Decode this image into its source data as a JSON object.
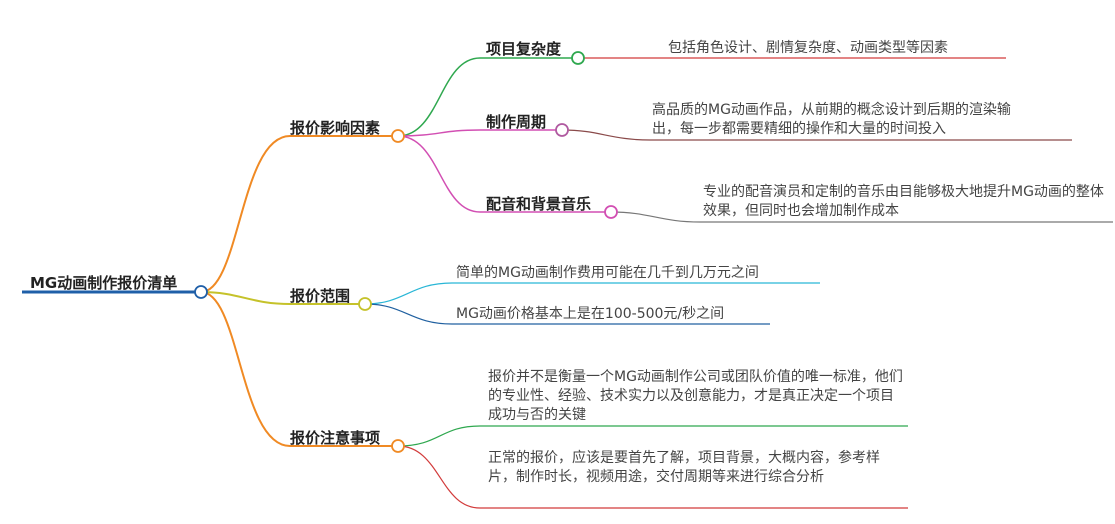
{
  "root": {
    "label": "MG动画制作报价清单"
  },
  "branches": [
    {
      "label": "报价影响因素",
      "children": [
        {
          "label": "项目复杂度",
          "leaves": [
            "包括角色设计、剧情复杂度、动画类型等因素"
          ]
        },
        {
          "label": "制作周期",
          "leaves": [
            "高品质的MG动画作品，从前期的概念设计到后期的渲染输出，每一步都需要精细的操作和大量的时间投入"
          ]
        },
        {
          "label": "配音和背景音乐",
          "leaves": [
            "专业的配音演员和定制的音乐由目能够极大地提升MG动画的整体效果，但同时也会增加制作成本"
          ]
        }
      ]
    },
    {
      "label": "报价范围",
      "leaves": [
        "简单的MG动画制作费用可能在几千到几万元之间",
        "MG动画价格基本上是在100-500元/秒之间"
      ]
    },
    {
      "label": "报价注意事项",
      "leaves": [
        "报价并不是衡量一个MG动画制作公司或团队价值的唯一标准，他们的专业性、经验、技术实力以及创意能力，才是真正决定一个项目成功与否的关键",
        "正常的报价，应该是要首先了解，项目背景，大概内容，参考样片，制作时长，视频用途，交付周期等来进行综合分析"
      ]
    }
  ],
  "colors": {
    "root": "#1f5fa8",
    "branch1": "#f08a24",
    "complexity": "#2fa84f",
    "cycle": "#d24fb3",
    "audio": "#d24fb3",
    "cycle_leaf": "#8a4a4a",
    "audio_leaf": "#777777",
    "complexity_leaf": "#d23b3b",
    "range": "#c5c22a",
    "range_leaf1": "#29b6d6",
    "range_leaf2": "#2060a0",
    "notes": "#f08a24",
    "notes_leaf1": "#2fa84f",
    "notes_leaf2": "#d23b3b"
  }
}
